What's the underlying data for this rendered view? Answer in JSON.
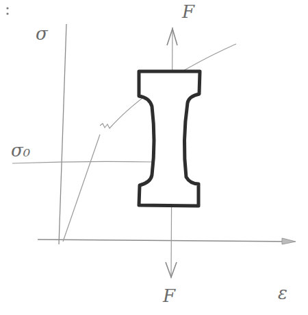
{
  "diagram": {
    "labels": [
      "σ",
      "σ₀",
      "F",
      "F",
      "ε"
    ]
  }
}
